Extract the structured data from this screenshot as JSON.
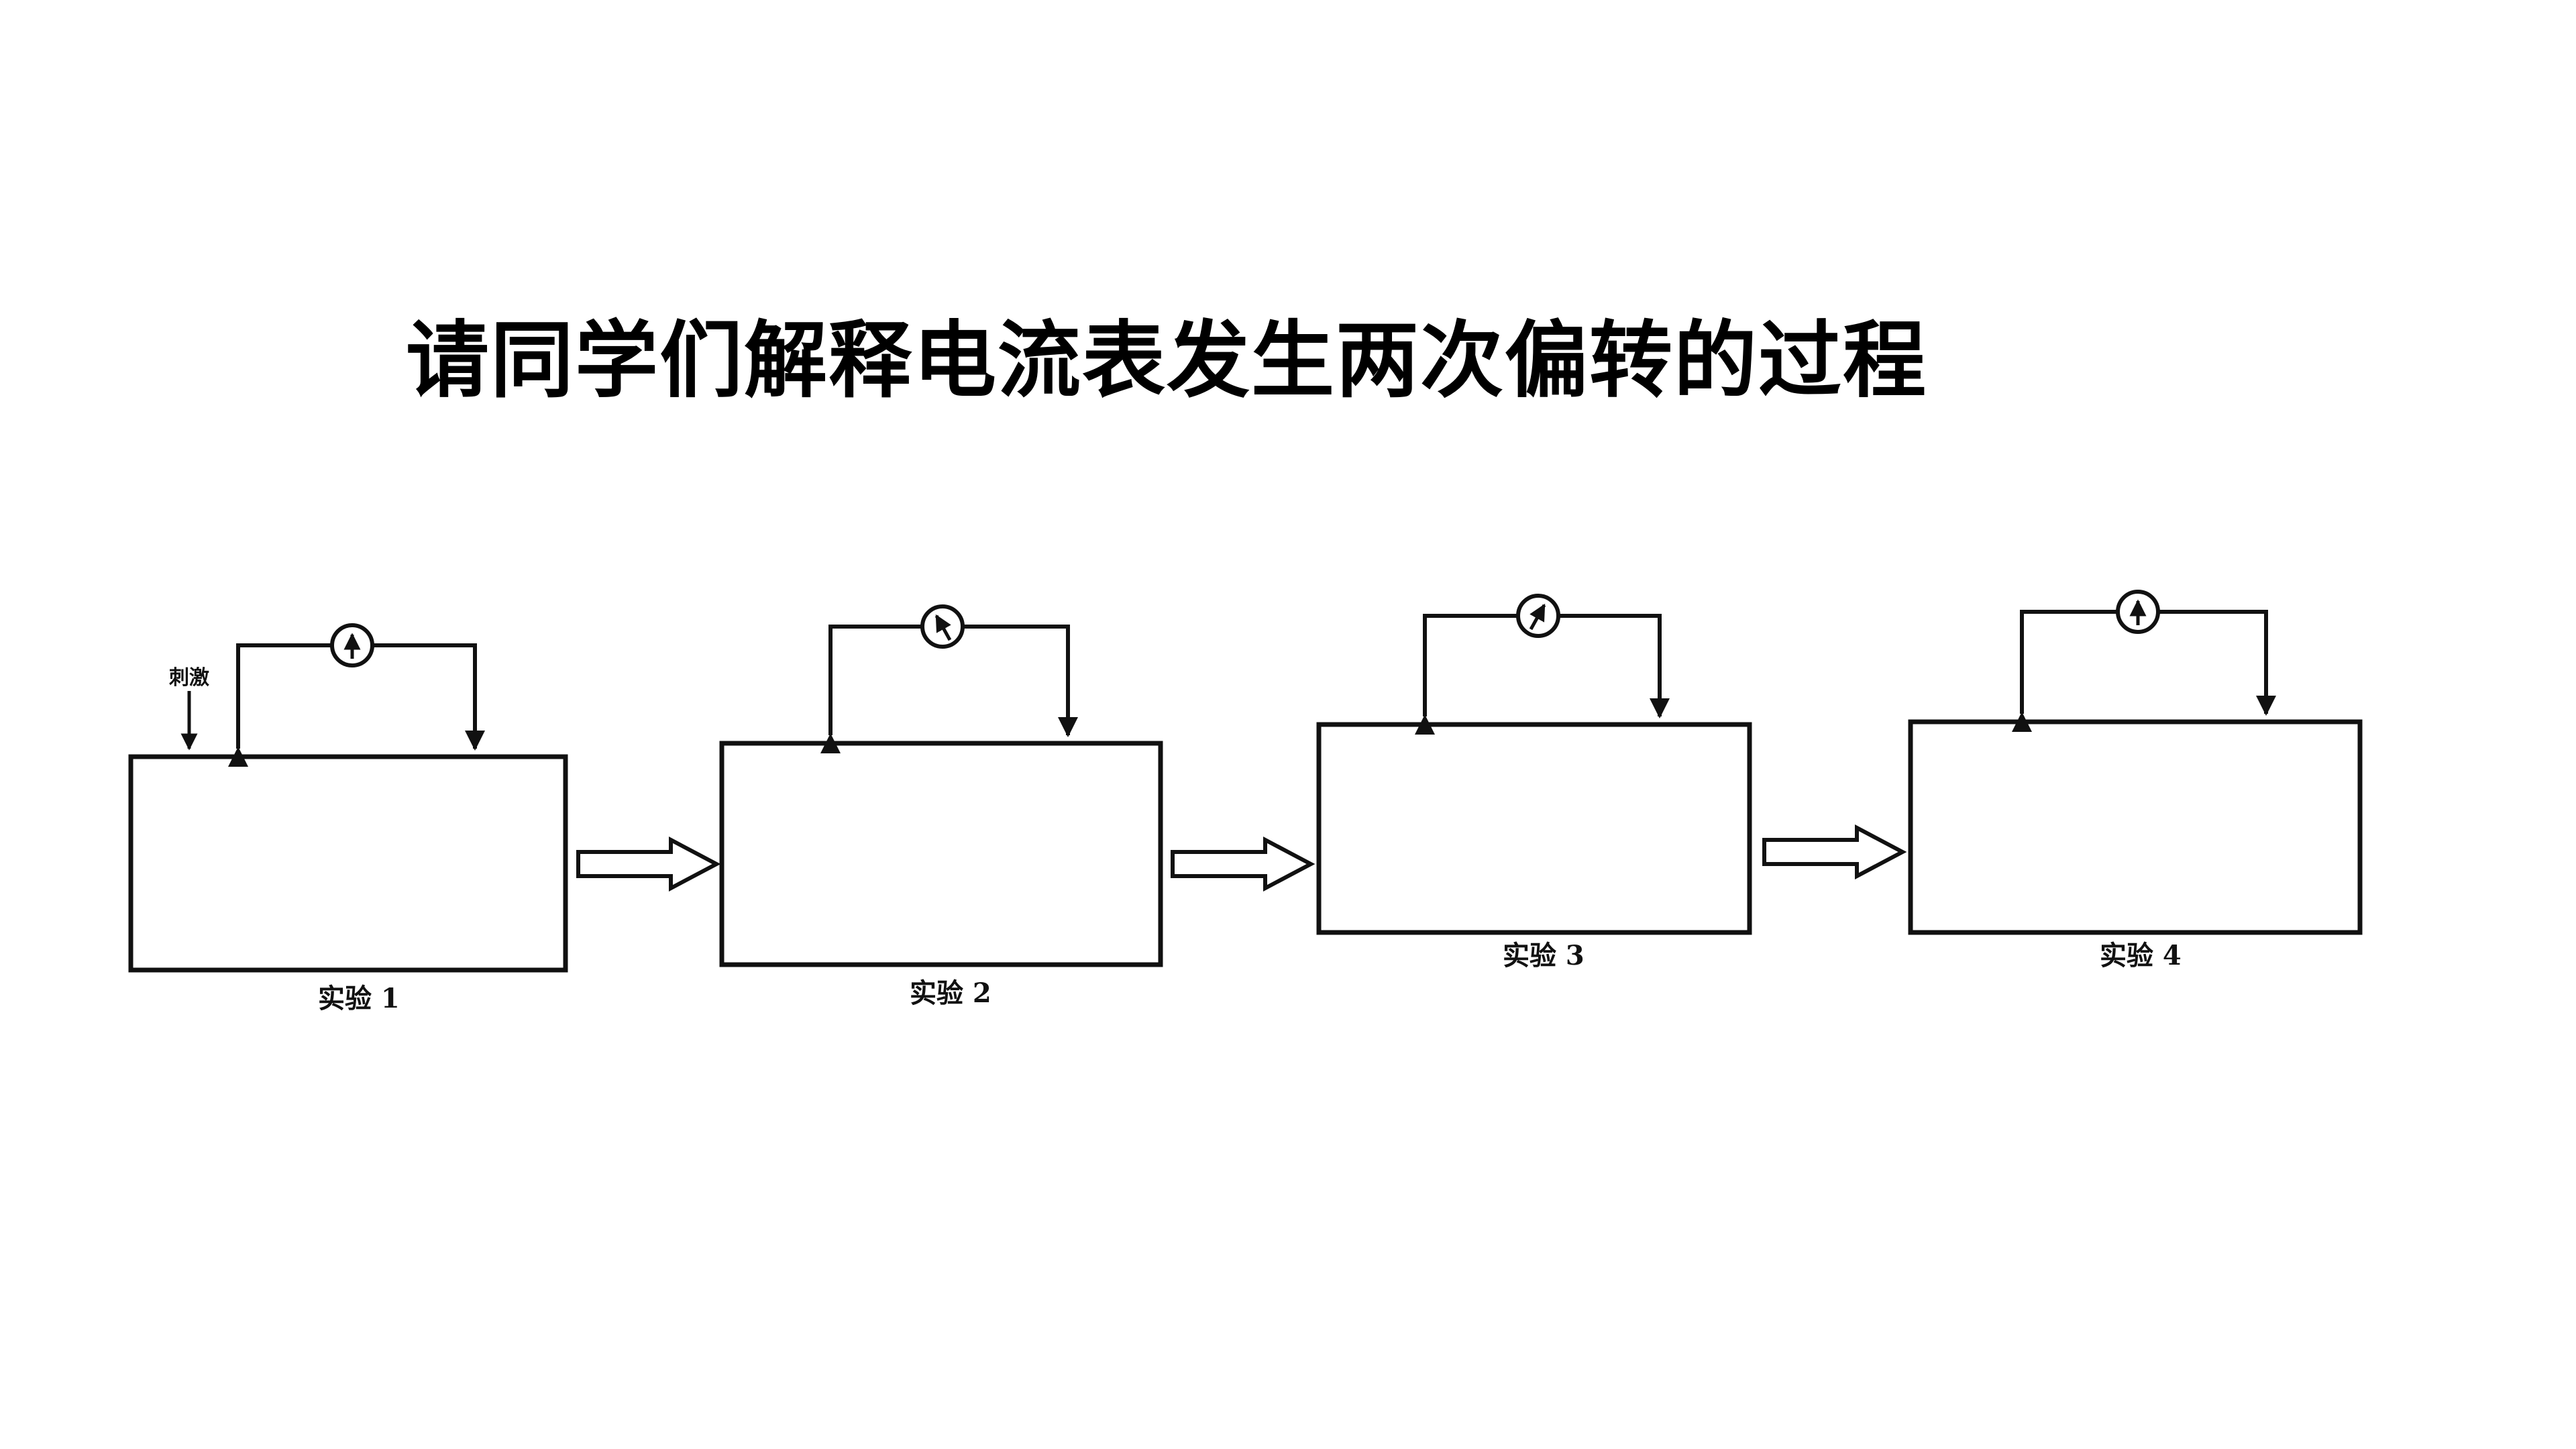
{
  "title": "请同学们解释电流表发生两次偏转的过程",
  "stimulus_label": "刺激",
  "experiments": [
    {
      "label": "实验 1",
      "needle": "up"
    },
    {
      "label": "实验 2",
      "needle": "left"
    },
    {
      "label": "实验 3",
      "needle": "right"
    },
    {
      "label": "实验 4",
      "needle": "up"
    }
  ]
}
